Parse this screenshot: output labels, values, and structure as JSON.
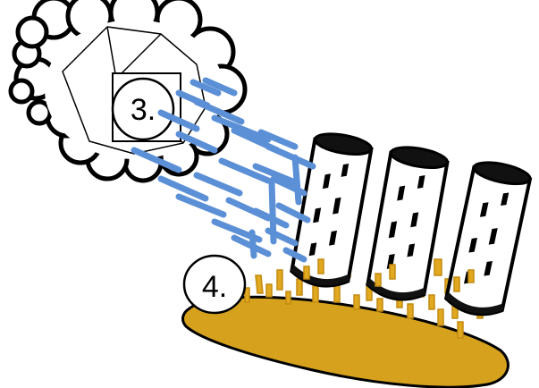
{
  "diagram": {
    "steps": [
      {
        "label": "3."
      },
      {
        "label": "4."
      }
    ]
  },
  "colors": {
    "rain": "#5b8fd6",
    "pollution": "#d6a21e",
    "pollution_stroke": "#b8860b",
    "outline": "#000000",
    "fill": "#ffffff"
  },
  "icons": [
    "cloud-icon",
    "rain-streaks",
    "barrel-icon",
    "barrel-icon",
    "barrel-icon",
    "pollution-puddle"
  ]
}
